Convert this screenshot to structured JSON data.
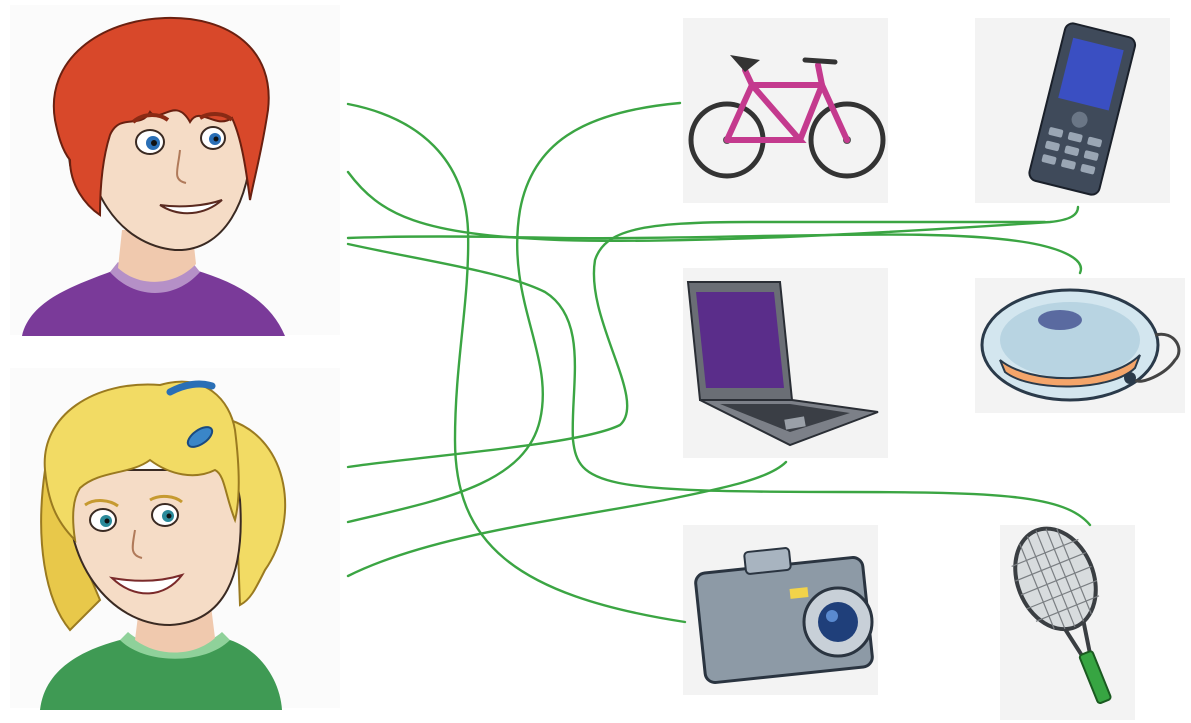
{
  "colors": {
    "connector_line": "#3ba543",
    "boy_hair": "#d8482a",
    "boy_shirt": "#7a3a99",
    "girl_hair": "#f2db64",
    "girl_shirt": "#3f9a54",
    "skin": "#f5dcc6",
    "bike_frame": "#c43a8e",
    "phone_body": "#3f4a5a",
    "phone_screen": "#3a4fc2",
    "laptop_body": "#6a6e75",
    "laptop_screen": "#5a2d8a",
    "cd_player_body": "#d3e6ef",
    "cd_player_accent": "#f4a56a",
    "camera_body": "#8d9aa6",
    "camera_lens": "#1f3f7a",
    "racket_handle": "#37a542"
  },
  "people": [
    {
      "id": "boy",
      "icon": "boy-with-red-hair-icon"
    },
    {
      "id": "girl",
      "icon": "girl-with-blonde-ponytail-icon"
    }
  ],
  "items": [
    {
      "id": "bicycle",
      "icon": "bicycle-icon"
    },
    {
      "id": "mobile-phone",
      "icon": "mobile-phone-icon"
    },
    {
      "id": "laptop",
      "icon": "laptop-icon"
    },
    {
      "id": "cd-player",
      "icon": "cd-player-icon"
    },
    {
      "id": "camera",
      "icon": "camera-icon"
    },
    {
      "id": "tennis-racket",
      "icon": "tennis-racket-icon"
    }
  ],
  "connections": [
    {
      "from": "boy",
      "to": "camera"
    },
    {
      "from": "boy",
      "to": "mobile-phone"
    },
    {
      "from": "boy",
      "to": "cd-player"
    },
    {
      "from": "boy",
      "to": "tennis-racket"
    },
    {
      "from": "girl",
      "to": "bicycle"
    },
    {
      "from": "girl",
      "to": "laptop"
    },
    {
      "from": "girl",
      "to": "mobile-phone"
    }
  ]
}
